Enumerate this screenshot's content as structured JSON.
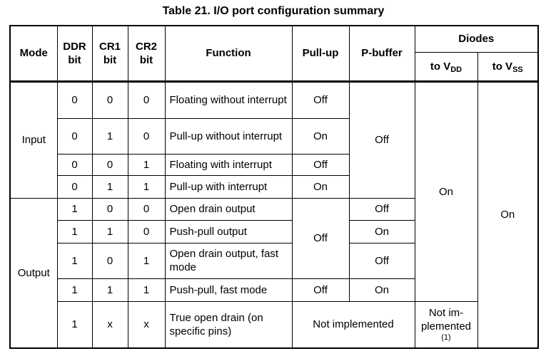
{
  "table": {
    "title": "Table 21. I/O port configuration summary",
    "header": {
      "mode": "Mode",
      "ddr_bit": "DDR\nbit",
      "cr1_bit": "CR1\nbit",
      "cr2_bit": "CR2\nbit",
      "function": "Function",
      "pull_up": "Pull-up",
      "p_buffer": "P-buffer",
      "diodes": "Diodes",
      "to_vdd": {
        "prefix": "to V",
        "sub": "DD"
      },
      "to_vss": {
        "prefix": "to V",
        "sub": "SS"
      }
    },
    "modes": {
      "input": "Input",
      "output": "Output"
    },
    "rows": [
      {
        "ddr": "0",
        "cr1": "0",
        "cr2": "0",
        "function": "Floating without interrupt",
        "pull_up": "Off"
      },
      {
        "ddr": "0",
        "cr1": "1",
        "cr2": "0",
        "function": "Pull-up without interrupt",
        "pull_up": "On"
      },
      {
        "ddr": "0",
        "cr1": "0",
        "cr2": "1",
        "function": "Floating with interrupt",
        "pull_up": "Off"
      },
      {
        "ddr": "0",
        "cr1": "1",
        "cr2": "1",
        "function": "Pull-up with interrupt",
        "pull_up": "On"
      },
      {
        "ddr": "1",
        "cr1": "0",
        "cr2": "0",
        "function": "Open drain output",
        "p_buffer": "Off"
      },
      {
        "ddr": "1",
        "cr1": "1",
        "cr2": "0",
        "function": "Push-pull output",
        "p_buffer": "On"
      },
      {
        "ddr": "1",
        "cr1": "0",
        "cr2": "1",
        "function": "Open drain output, fast mode",
        "p_buffer": "Off"
      },
      {
        "ddr": "1",
        "cr1": "1",
        "cr2": "1",
        "function": "Push-pull, fast mode",
        "pull_up": "Off",
        "p_buffer": "On"
      },
      {
        "ddr": "1",
        "cr1": "x",
        "cr2": "x",
        "function": "True open drain (on specific pins)",
        "not_implemented": "Not implemented"
      }
    ],
    "merged": {
      "input_p_buffer": "Off",
      "output_pull_up": "Off",
      "diodes_vdd": "On",
      "diodes_vss": "On",
      "vdd_not_implemented": "Not im-\nplemented",
      "vdd_footnote": "(1)"
    }
  }
}
